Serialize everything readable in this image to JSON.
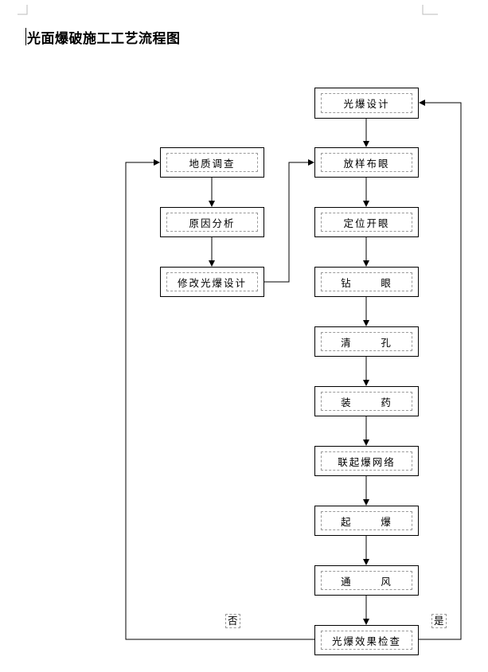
{
  "title": "光面爆破施工工艺流程图",
  "steps": {
    "design": "光爆设计",
    "layout": "放样布眼",
    "positioning": "定位开眼",
    "drilling": "钻      眼",
    "cleaning": "清      孔",
    "charging": "装      药",
    "network": "联起爆网络",
    "detonation": "起      爆",
    "ventilation": "通      风",
    "inspection": "光爆效果检查"
  },
  "branch": {
    "survey": "地质调查",
    "analysis": "原因分析",
    "revise": "修改光爆设计"
  },
  "labels": {
    "no": "否",
    "yes": "是"
  }
}
